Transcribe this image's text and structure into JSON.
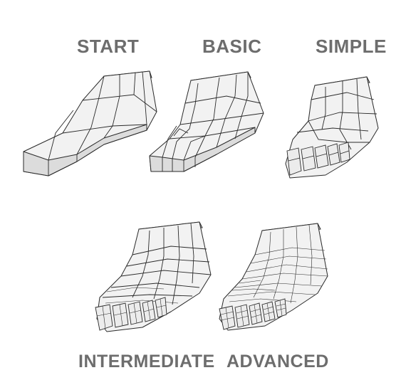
{
  "stages": [
    {
      "label": "START"
    },
    {
      "label": "BASIC"
    },
    {
      "label": "SIMPLE"
    },
    {
      "label": "INTERMEDIATE"
    },
    {
      "label": "ADVANCED"
    }
  ],
  "colors": {
    "label": "#6d6d6d",
    "mesh_fill": "#f2f2f2",
    "mesh_edge": "#2a2a2a",
    "background": "#ffffff"
  }
}
